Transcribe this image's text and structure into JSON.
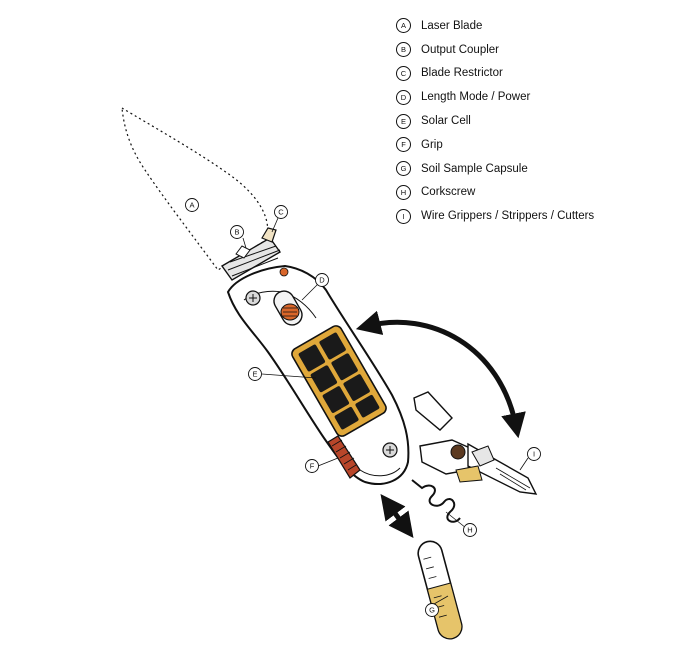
{
  "legend": [
    {
      "letter": "A",
      "label": "Laser Blade"
    },
    {
      "letter": "B",
      "label": "Output Coupler"
    },
    {
      "letter": "C",
      "label": "Blade Restrictor"
    },
    {
      "letter": "D",
      "label": "Length Mode / Power"
    },
    {
      "letter": "E",
      "label": "Solar Cell"
    },
    {
      "letter": "F",
      "label": "Grip"
    },
    {
      "letter": "G",
      "label": "Soil Sample Capsule"
    },
    {
      "letter": "H",
      "label": "Corkscrew"
    },
    {
      "letter": "I",
      "label": "Wire Grippers / Strippers / Cutters"
    }
  ],
  "callouts": {
    "a": "A",
    "b": "B",
    "c": "C",
    "d": "D",
    "e": "E",
    "f": "F",
    "g": "G",
    "h": "H",
    "i": "I"
  },
  "colors": {
    "outline": "#111111",
    "orange": "#d9662a",
    "rust": "#b8462a",
    "solar_frame": "#e0a83a",
    "solar_cell": "#1a1a1a",
    "capsule_fill": "#e6c46a",
    "gray": "#d9d9d9"
  }
}
